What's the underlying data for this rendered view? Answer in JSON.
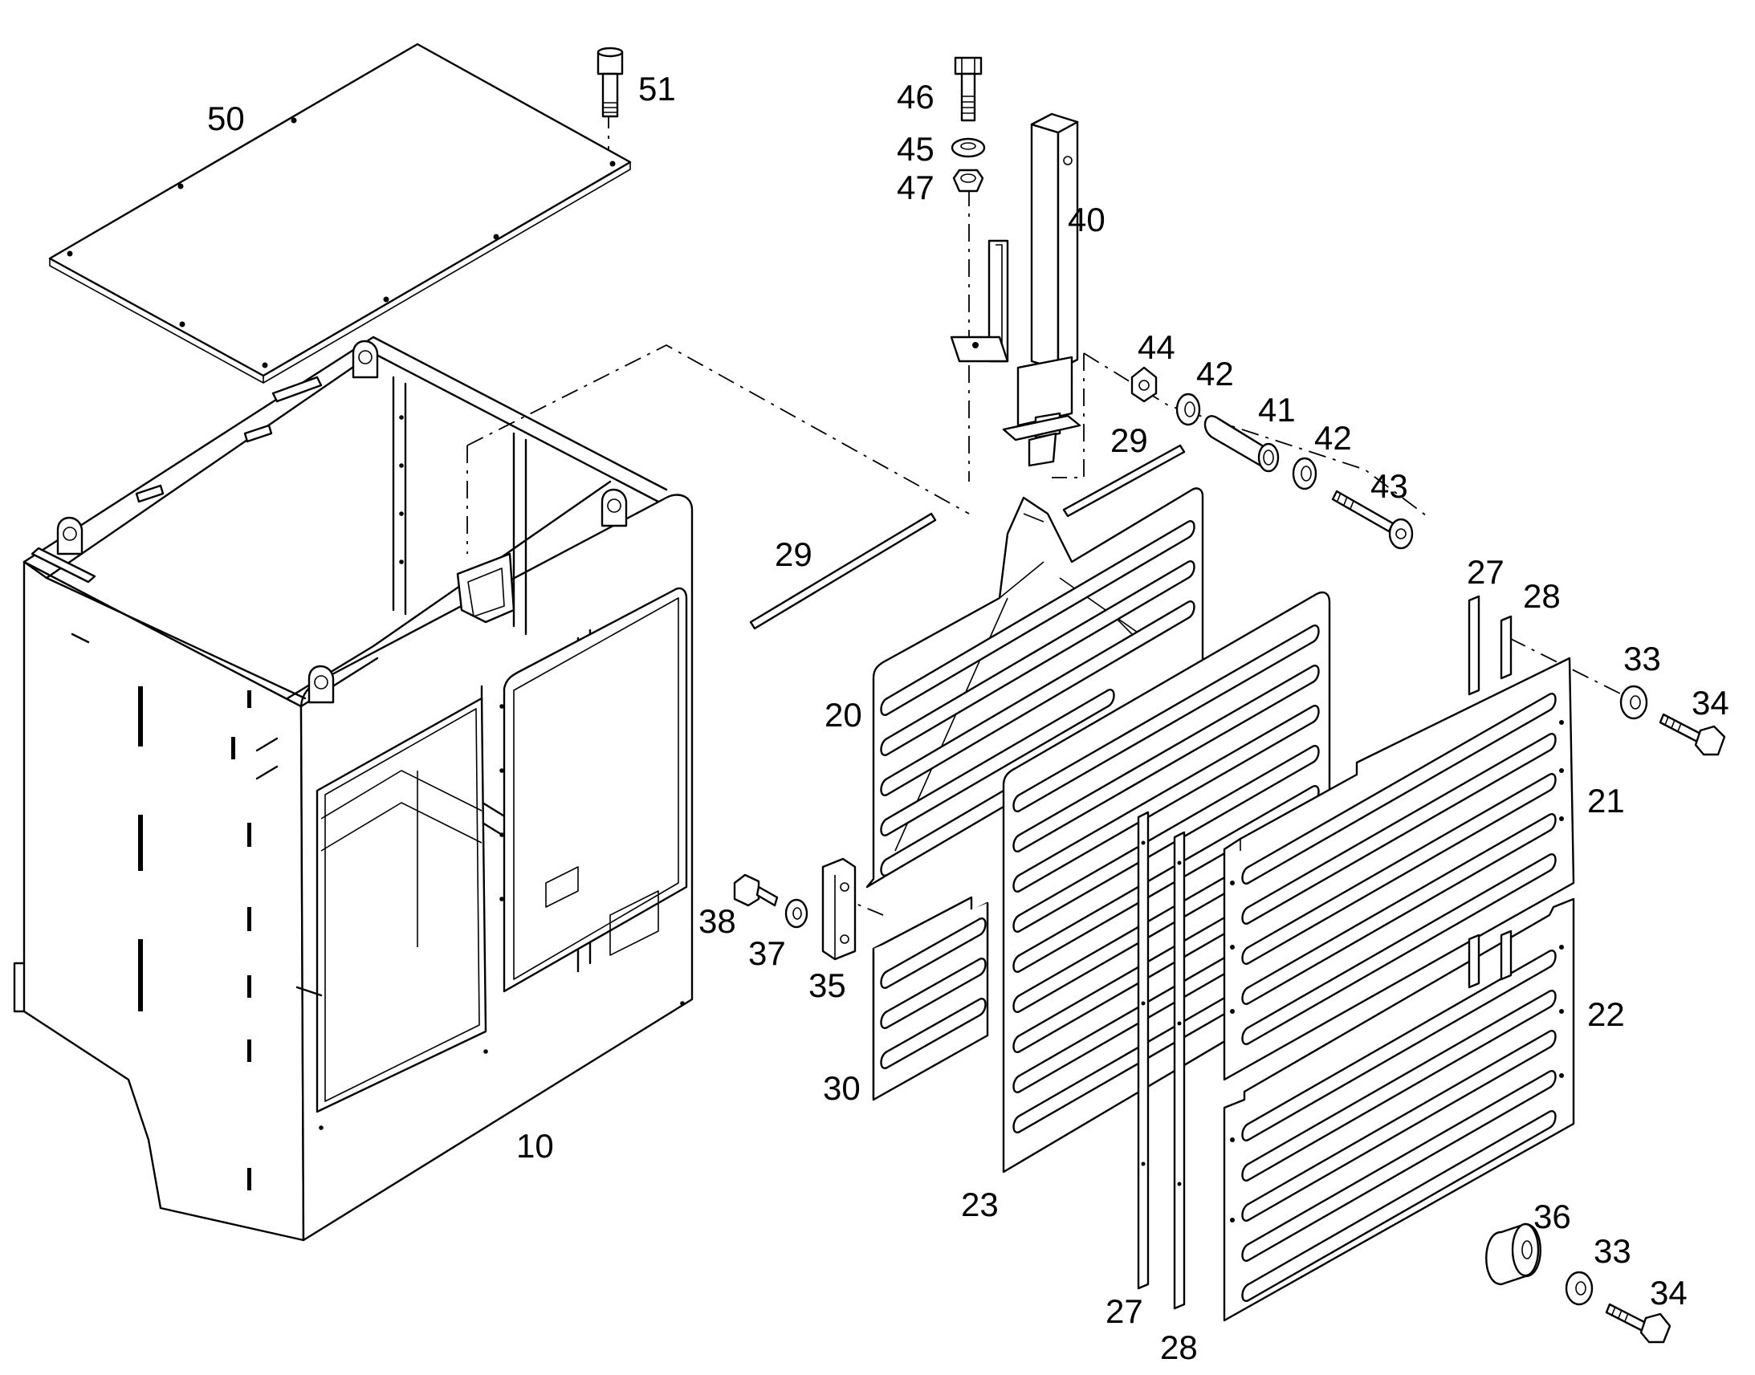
{
  "callouts": {
    "c10": "10",
    "c20": "20",
    "c21": "21",
    "c22": "22",
    "c23": "23",
    "c27a": "27",
    "c27b": "27",
    "c28a": "28",
    "c28b": "28",
    "c29a": "29",
    "c29b": "29",
    "c30": "30",
    "c33a": "33",
    "c33b": "33",
    "c34a": "34",
    "c34b": "34",
    "c35": "35",
    "c36": "36",
    "c37": "37",
    "c38": "38",
    "c40": "40",
    "c41": "41",
    "c42a": "42",
    "c42b": "42",
    "c43": "43",
    "c44": "44",
    "c45": "45",
    "c46": "46",
    "c47": "47",
    "c50": "50",
    "c51": "51"
  }
}
